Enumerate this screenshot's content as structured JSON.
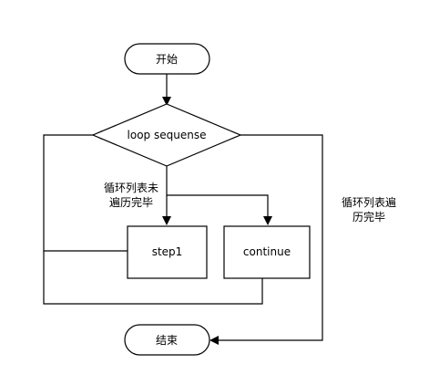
{
  "diagram": {
    "nodes": {
      "start": {
        "label": "开始"
      },
      "loop": {
        "label": "loop sequense"
      },
      "step1": {
        "label": "step1"
      },
      "continue": {
        "label": "continue"
      },
      "end": {
        "label": "结束"
      }
    },
    "edge_labels": {
      "not_finished_line1": "循环列表未",
      "not_finished_line2": "遍历完毕",
      "finished_line1": "循环列表遍",
      "finished_line2": "历完毕"
    }
  }
}
